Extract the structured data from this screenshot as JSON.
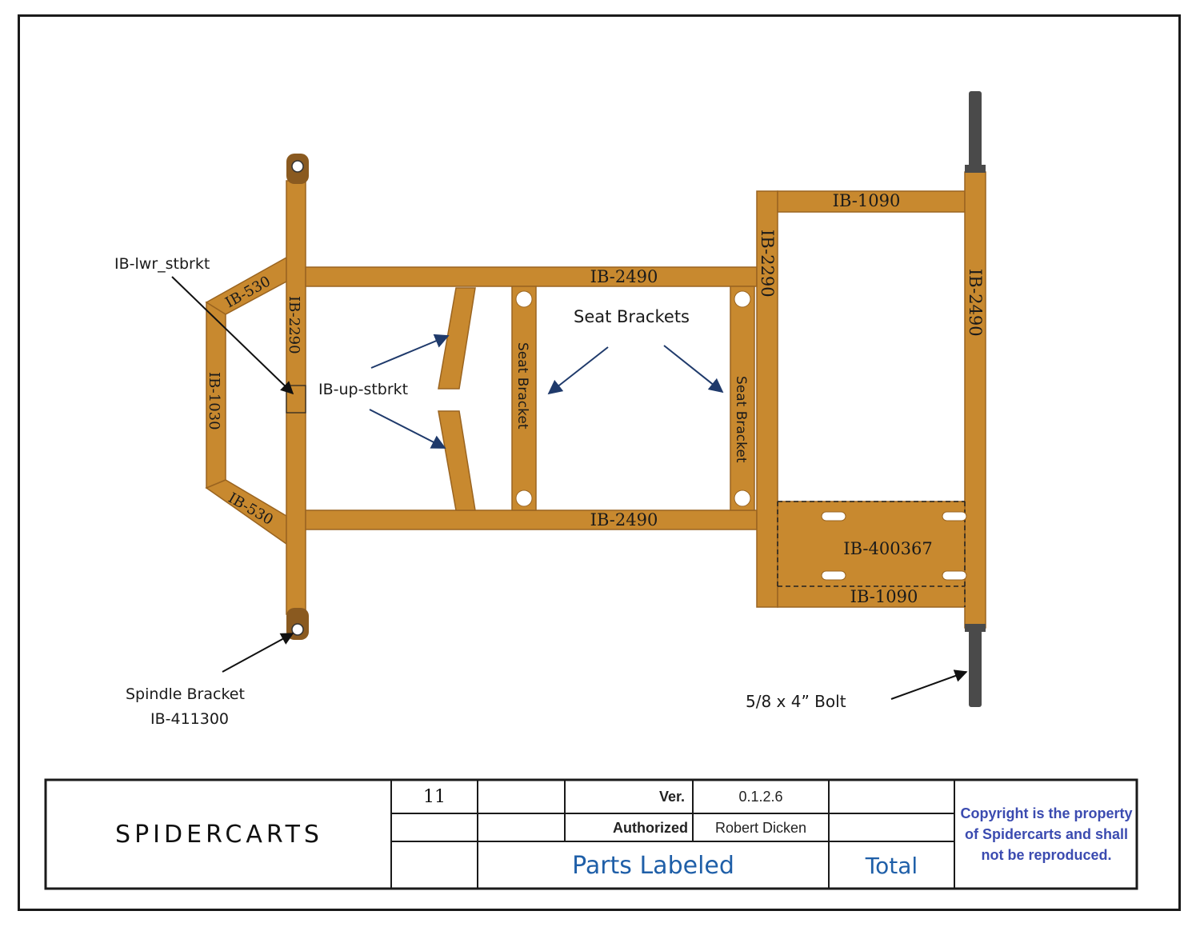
{
  "frame_labels": {
    "top_rear": "IB-1090",
    "rear_cross": "IB-2290",
    "right_axle": "IB-2490",
    "top_rail": "IB-2490",
    "bottom_rail": "IB-2490",
    "front_cross": "IB-2290",
    "nose_top": "IB-530",
    "nose_bottom": "IB-530",
    "nose_front": "IB-1030",
    "plate": "IB-400367",
    "bottom_rear": "IB-1090",
    "seat_bracket_1": "Seat Bracket",
    "seat_bracket_2": "Seat Bracket"
  },
  "callouts": {
    "lwr": "IB-lwr_stbrkt",
    "up": "IB-up-stbrkt",
    "seat_brackets": "Seat Brackets",
    "spindle_line1": "Spindle Bracket",
    "spindle_line2": "IB-411300",
    "bolt": "5/8 x 4” Bolt"
  },
  "title_block": {
    "company": "SPIDERCARTS",
    "sheet_number": "11",
    "ver_label": "Ver.",
    "ver_value": "0.1.2.6",
    "authorized_label": "Authorized",
    "authorized_value": "Robert Dicken",
    "parts_labeled": "Parts Labeled",
    "total": "Total",
    "copyright": "Copyright is the property of Spidercarts and shall not be reproduced."
  },
  "colors": {
    "tube": "#c8892f",
    "tube_edge": "#9a6420",
    "arrow": "#1f3a6b",
    "blue_text": "#1f5fa8",
    "copyright": "#3b4bb0",
    "bolt": "#4a4a4a"
  }
}
